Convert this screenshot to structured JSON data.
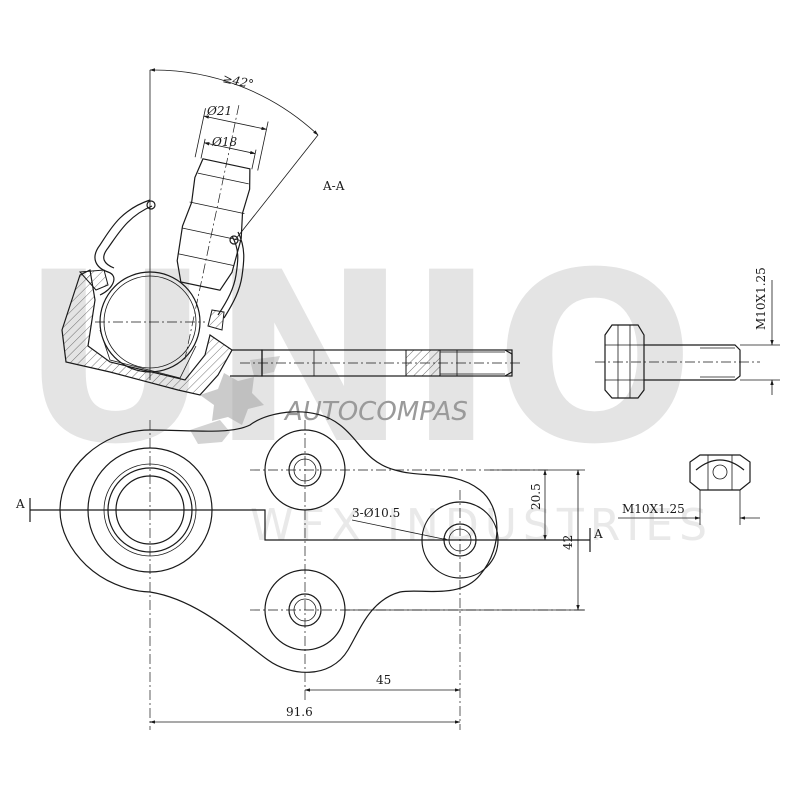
{
  "watermark": {
    "big_text": "UNIO",
    "brand": "AUTOCOMPAS",
    "sub_text": "WFX INDUSTRIES"
  },
  "labels": {
    "angle": "≥42°",
    "dia_21": "Ø21",
    "dia_18": "Ø18",
    "section": "A-A",
    "bolt_thread": "M10X1.25",
    "nut_thread": "M10X1.25",
    "hole_callout": "3-Ø10.5",
    "dim_20_5": "20.5",
    "dim_42": "42",
    "dim_45": "45",
    "dim_91_6": "91.6",
    "section_mark_left": "A",
    "section_mark_right": "A"
  }
}
